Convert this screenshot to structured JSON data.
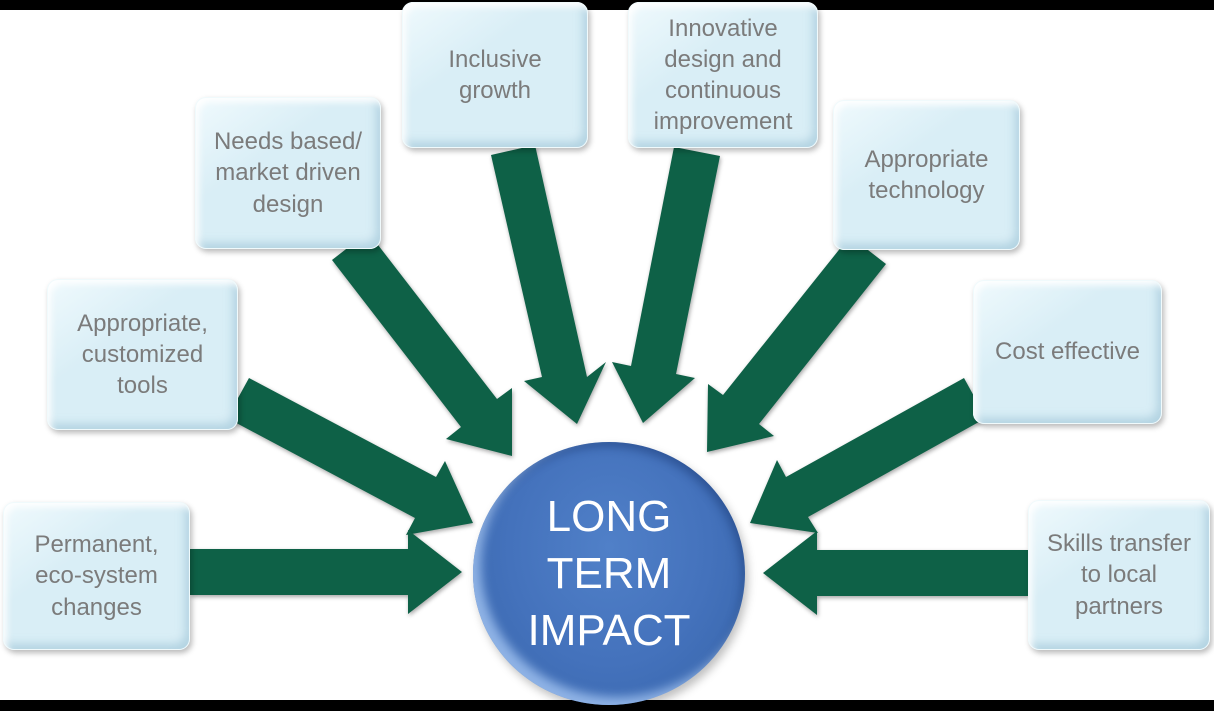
{
  "diagram": {
    "center": {
      "id": "long-term-impact",
      "label": "LONG\nTERM\nIMPACT"
    },
    "nodes": [
      {
        "id": "needs-based-market-driven-design",
        "label": "Needs based/\nmarket driven\ndesign"
      },
      {
        "id": "inclusive-growth",
        "label": "Inclusive\ngrowth"
      },
      {
        "id": "innovative-design-continuous-improvement",
        "label": "Innovative\ndesign and\ncontinuous\nimprovement"
      },
      {
        "id": "appropriate-technology",
        "label": "Appropriate\ntechnology"
      },
      {
        "id": "appropriate-customized-tools",
        "label": "Appropriate,\ncustomized\ntools"
      },
      {
        "id": "cost-effective",
        "label": "Cost effective"
      },
      {
        "id": "permanent-eco-system-changes",
        "label": "Permanent,\neco-system\nchanges"
      },
      {
        "id": "skills-transfer-to-local-partners",
        "label": "Skills transfer\nto local\npartners"
      }
    ],
    "edges": [
      {
        "from": "needs-based-market-driven-design",
        "to": "long-term-impact"
      },
      {
        "from": "inclusive-growth",
        "to": "long-term-impact"
      },
      {
        "from": "innovative-design-continuous-improvement",
        "to": "long-term-impact"
      },
      {
        "from": "appropriate-technology",
        "to": "long-term-impact"
      },
      {
        "from": "appropriate-customized-tools",
        "to": "long-term-impact"
      },
      {
        "from": "cost-effective",
        "to": "long-term-impact"
      },
      {
        "from": "permanent-eco-system-changes",
        "to": "long-term-impact"
      },
      {
        "from": "skills-transfer-to-local-partners",
        "to": "long-term-impact"
      }
    ],
    "colors": {
      "page_background": "#ffffff",
      "letterbox": "#000000",
      "arrow": "#0e6147",
      "box_fill": "#d9eef6",
      "box_text": "#7b7b7b",
      "circle_fill": "#4472bc",
      "circle_rim": "#2e5795",
      "circle_text": "#ffffff"
    }
  }
}
